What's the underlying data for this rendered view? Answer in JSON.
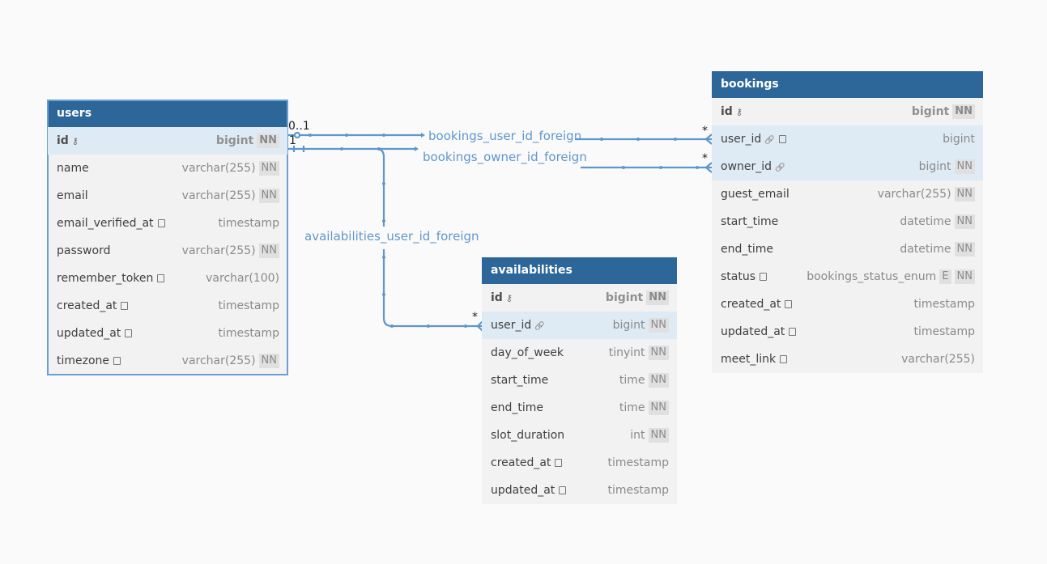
{
  "tables": {
    "users": {
      "name": "users",
      "fields": [
        {
          "name": "id",
          "type": "bigint",
          "nn": "NN"
        },
        {
          "name": "name",
          "type": "varchar(255)",
          "nn": "NN"
        },
        {
          "name": "email",
          "type": "varchar(255)",
          "nn": "NN"
        },
        {
          "name": "email_verified_at",
          "type": "timestamp",
          "nn": ""
        },
        {
          "name": "password",
          "type": "varchar(255)",
          "nn": "NN"
        },
        {
          "name": "remember_token",
          "type": "varchar(100)",
          "nn": ""
        },
        {
          "name": "created_at",
          "type": "timestamp",
          "nn": ""
        },
        {
          "name": "updated_at",
          "type": "timestamp",
          "nn": ""
        },
        {
          "name": "timezone",
          "type": "varchar(255)",
          "nn": "NN"
        }
      ]
    },
    "bookings": {
      "name": "bookings",
      "fields": [
        {
          "name": "id",
          "type": "bigint",
          "nn": "NN"
        },
        {
          "name": "user_id",
          "type": "bigint",
          "nn": ""
        },
        {
          "name": "owner_id",
          "type": "bigint",
          "nn": "NN"
        },
        {
          "name": "guest_email",
          "type": "varchar(255)",
          "nn": "NN"
        },
        {
          "name": "start_time",
          "type": "datetime",
          "nn": "NN"
        },
        {
          "name": "end_time",
          "type": "datetime",
          "nn": "NN"
        },
        {
          "name": "status",
          "type": "bookings_status_enum",
          "enum": "E",
          "nn": "NN"
        },
        {
          "name": "created_at",
          "type": "timestamp",
          "nn": ""
        },
        {
          "name": "updated_at",
          "type": "timestamp",
          "nn": ""
        },
        {
          "name": "meet_link",
          "type": "varchar(255)",
          "nn": ""
        }
      ]
    },
    "availabilities": {
      "name": "availabilities",
      "fields": [
        {
          "name": "id",
          "type": "bigint",
          "nn": "NN"
        },
        {
          "name": "user_id",
          "type": "bigint",
          "nn": "NN"
        },
        {
          "name": "day_of_week",
          "type": "tinyint",
          "nn": "NN"
        },
        {
          "name": "start_time",
          "type": "time",
          "nn": "NN"
        },
        {
          "name": "end_time",
          "type": "time",
          "nn": "NN"
        },
        {
          "name": "slot_duration",
          "type": "int",
          "nn": "NN"
        },
        {
          "name": "created_at",
          "type": "timestamp",
          "nn": ""
        },
        {
          "name": "updated_at",
          "type": "timestamp",
          "nn": ""
        }
      ]
    }
  },
  "relations": {
    "bookings_user": {
      "label": "bookings_user_id_foreign",
      "from_card": "0..1",
      "to_card": "*"
    },
    "bookings_owner": {
      "label": "bookings_owner_id_foreign",
      "from_card": "1",
      "to_card": "*"
    },
    "availabilities_user": {
      "label": "availabilities_user_id_foreign",
      "to_card": "*"
    }
  },
  "colors": {
    "header": "#2d6698",
    "link": "#5f97cc",
    "highlight_row": "#deebf5",
    "table_bg": "#f2f2f2"
  }
}
